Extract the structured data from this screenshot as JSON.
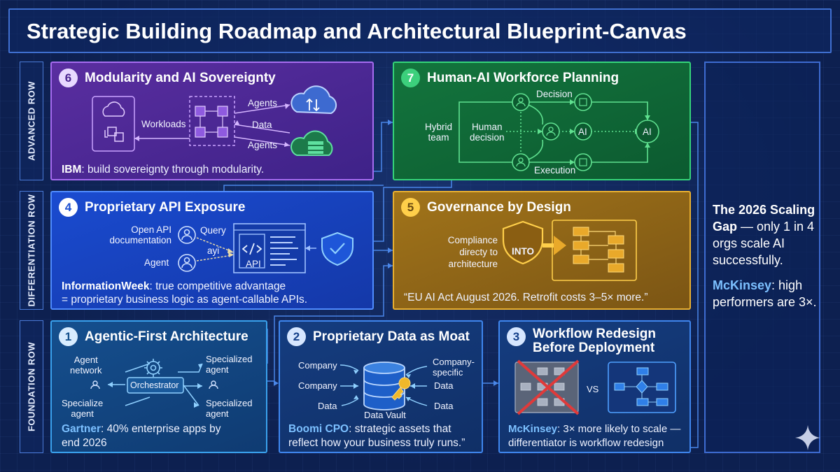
{
  "title": "Strategic Building Roadmap and Architectural Blueprint-Canvas",
  "rows": {
    "advanced": "ADVANCED ROW",
    "differentiation": "DIFFERENTIATION ROW",
    "foundation": "FOUNDATION ROW"
  },
  "cards": {
    "c6": {
      "num": "6",
      "title": "Modularity and AI Sovereignty",
      "labels": {
        "workloads": "Workloads",
        "agents_top": "Agents",
        "data": "Data",
        "agents_bottom": "Agents"
      },
      "footer_bold": "IBM",
      "footer_text": ": build sovereignty through modularity."
    },
    "c7": {
      "num": "7",
      "title": "Human-AI Workforce Planning",
      "labels": {
        "hybrid_team": "Hybrid\nteam",
        "human_decision": "Human\ndecision",
        "decision": "Decision",
        "execution": "Execution",
        "ai_mid": "AI",
        "ai_end": "AI"
      }
    },
    "c4": {
      "num": "4",
      "title": "Proprietary API Exposure",
      "labels": {
        "open_api": "Open API\ndocumentation",
        "agent": "Agent",
        "query": "Query",
        "ayi": "ayi",
        "api": "API"
      },
      "footer_bold": "InformationWeek",
      "footer_text": ": true competitive advantage",
      "footer_line2": "= proprietary business logic as agent-callable APIs."
    },
    "c5": {
      "num": "5",
      "title": "Governance by Design",
      "labels": {
        "compliance": "Compliance\ndirecty to\narchitecture",
        "into": "INTO"
      },
      "footer_text": "“EU AI Act August 2026. Retrofit costs 3–5× more.”"
    },
    "c1": {
      "num": "1",
      "title": "Agentic-First Architecture",
      "labels": {
        "agent_network": "Agent\nnetwork",
        "specialize": "Specialize\nagent",
        "orchestrator": "Orchestrator",
        "spec1": "Specialized\nagent",
        "spec2": "Specialized\nagent"
      },
      "footer_bold": "Gartner",
      "footer_text": ": 40% enterprise apps by",
      "footer_line2": "end 2026"
    },
    "c2": {
      "num": "2",
      "title": "Proprietary Data as Moat",
      "labels": {
        "company1": "Company",
        "company2": "Company",
        "data_left": "Data",
        "company_specific": "Company-\nspecific",
        "data_r1": "Data",
        "data_r2": "Data",
        "vault": "Data Vault"
      },
      "footer_bold": "Boomi CPO",
      "footer_text": ": strategic assets that",
      "footer_line2": "reflect how your business truly runs.”"
    },
    "c3": {
      "num": "3",
      "title": "Workflow Redesign\nBefore Deployment",
      "labels": {
        "vs": "VS"
      },
      "footer_bold": "McKinsey",
      "footer_text": ": 3× more likely to scale —",
      "footer_line2": "differentiator is workflow redesign"
    }
  },
  "side": {
    "lead": "The 2026 Scaling Gap",
    "lead_rest": " — only 1 in 4 orgs scale AI successfully.",
    "mck": "McKinsey",
    "mck_rest": ": high performers are 3×."
  },
  "colors": {
    "advanced_purple": "#5a2ea0",
    "workforce_green": "#13753d",
    "api_blue": "#1a4bd0",
    "governance_gold": "#a1741a",
    "foundation_blue": "#154f8e",
    "accent_cyan": "#7cc0ff"
  },
  "icons": [
    "cloud-icon",
    "server-icon",
    "cube-icon",
    "person-icon",
    "chip-icon",
    "ai-icon",
    "code-icon",
    "shield-check-icon",
    "flowchart-icon",
    "gear-icon",
    "database-icon",
    "key-icon",
    "sparkle-icon"
  ]
}
